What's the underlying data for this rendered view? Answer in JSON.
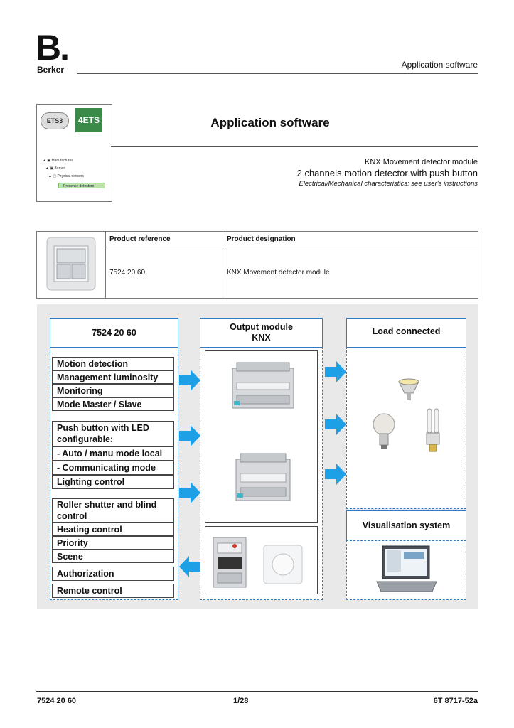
{
  "header": {
    "logo_letter": "B.",
    "logo_word": "Berker",
    "section_title": "Application software"
  },
  "icon_panel": {
    "ets3_label": "ETS3",
    "ets4_label": "4ETS",
    "tree": [
      "Manufactures",
      "Berker",
      "Physical sensors",
      "Presence detectors"
    ]
  },
  "title_block": {
    "title": "Application software",
    "line1": "KNX Movement detector module",
    "line2": "2 channels motion detector with push button",
    "line3": "Electrical/Mechanical characteristics: see user's instructions"
  },
  "product_table": {
    "headers": [
      "Product reference",
      "Product designation"
    ],
    "rows": [
      [
        "7524 20 60",
        "KNX Movement detector module"
      ]
    ]
  },
  "diagram": {
    "col1_header": "7524 20 60",
    "col2_header": "Output module\nKNX",
    "col3_header": "Load connected",
    "visualisation_header": "Visualisation system",
    "group1": [
      "Motion detection",
      "Management luminosity",
      "Monitoring",
      "Mode Master / Slave"
    ],
    "group2": [
      "Push button with LED configurable:",
      "- Auto / manu mode local",
      "- Communicating mode",
      "Lighting control"
    ],
    "group3": [
      "Roller shutter and blind control",
      "Heating control",
      "Priority",
      "Scene"
    ],
    "group4": [
      "Authorization",
      "Remote control"
    ],
    "accent_color": "#2f7cc4",
    "arrow_color": "#1ea0e6"
  },
  "footer": {
    "left": "7524 20 60",
    "center": "1/28",
    "right": "6T 8717-52a"
  }
}
